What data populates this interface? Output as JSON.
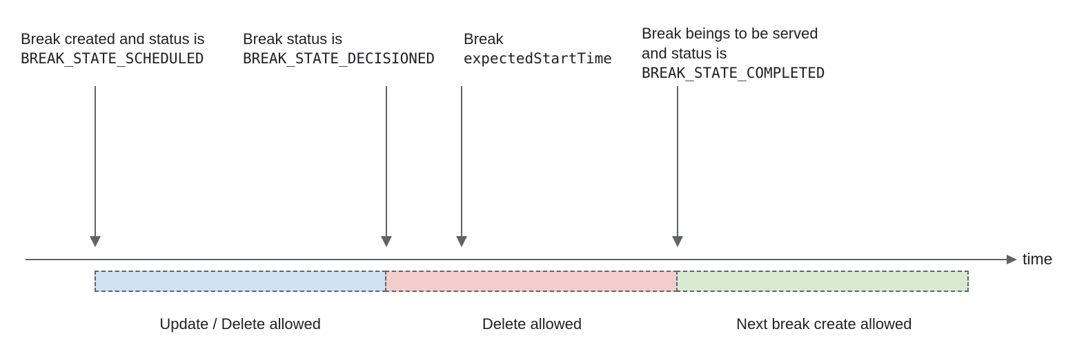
{
  "annotations": [
    {
      "lines": [
        "Break created and status is",
        "BREAK_STATE_SCHEDULED"
      ]
    },
    {
      "lines": [
        "Break status is",
        "BREAK_STATE_DECISIONED"
      ]
    },
    {
      "lines": [
        "Break",
        "expectedStartTime"
      ]
    },
    {
      "lines": [
        "Break beings to be served",
        "and status is",
        "BREAK_STATE_COMPLETED"
      ]
    }
  ],
  "timeline": {
    "axis_label": "time"
  },
  "segments": [
    {
      "label": "Update / Delete allowed",
      "fill": "#cfe2f3"
    },
    {
      "label": "Delete allowed",
      "fill": "#f4cccc"
    },
    {
      "label": "Next break create allowed",
      "fill": "#d9ead3"
    }
  ],
  "colors": {
    "text": "#202124",
    "line": "#5f6368",
    "segment_border": "#5f6368"
  }
}
